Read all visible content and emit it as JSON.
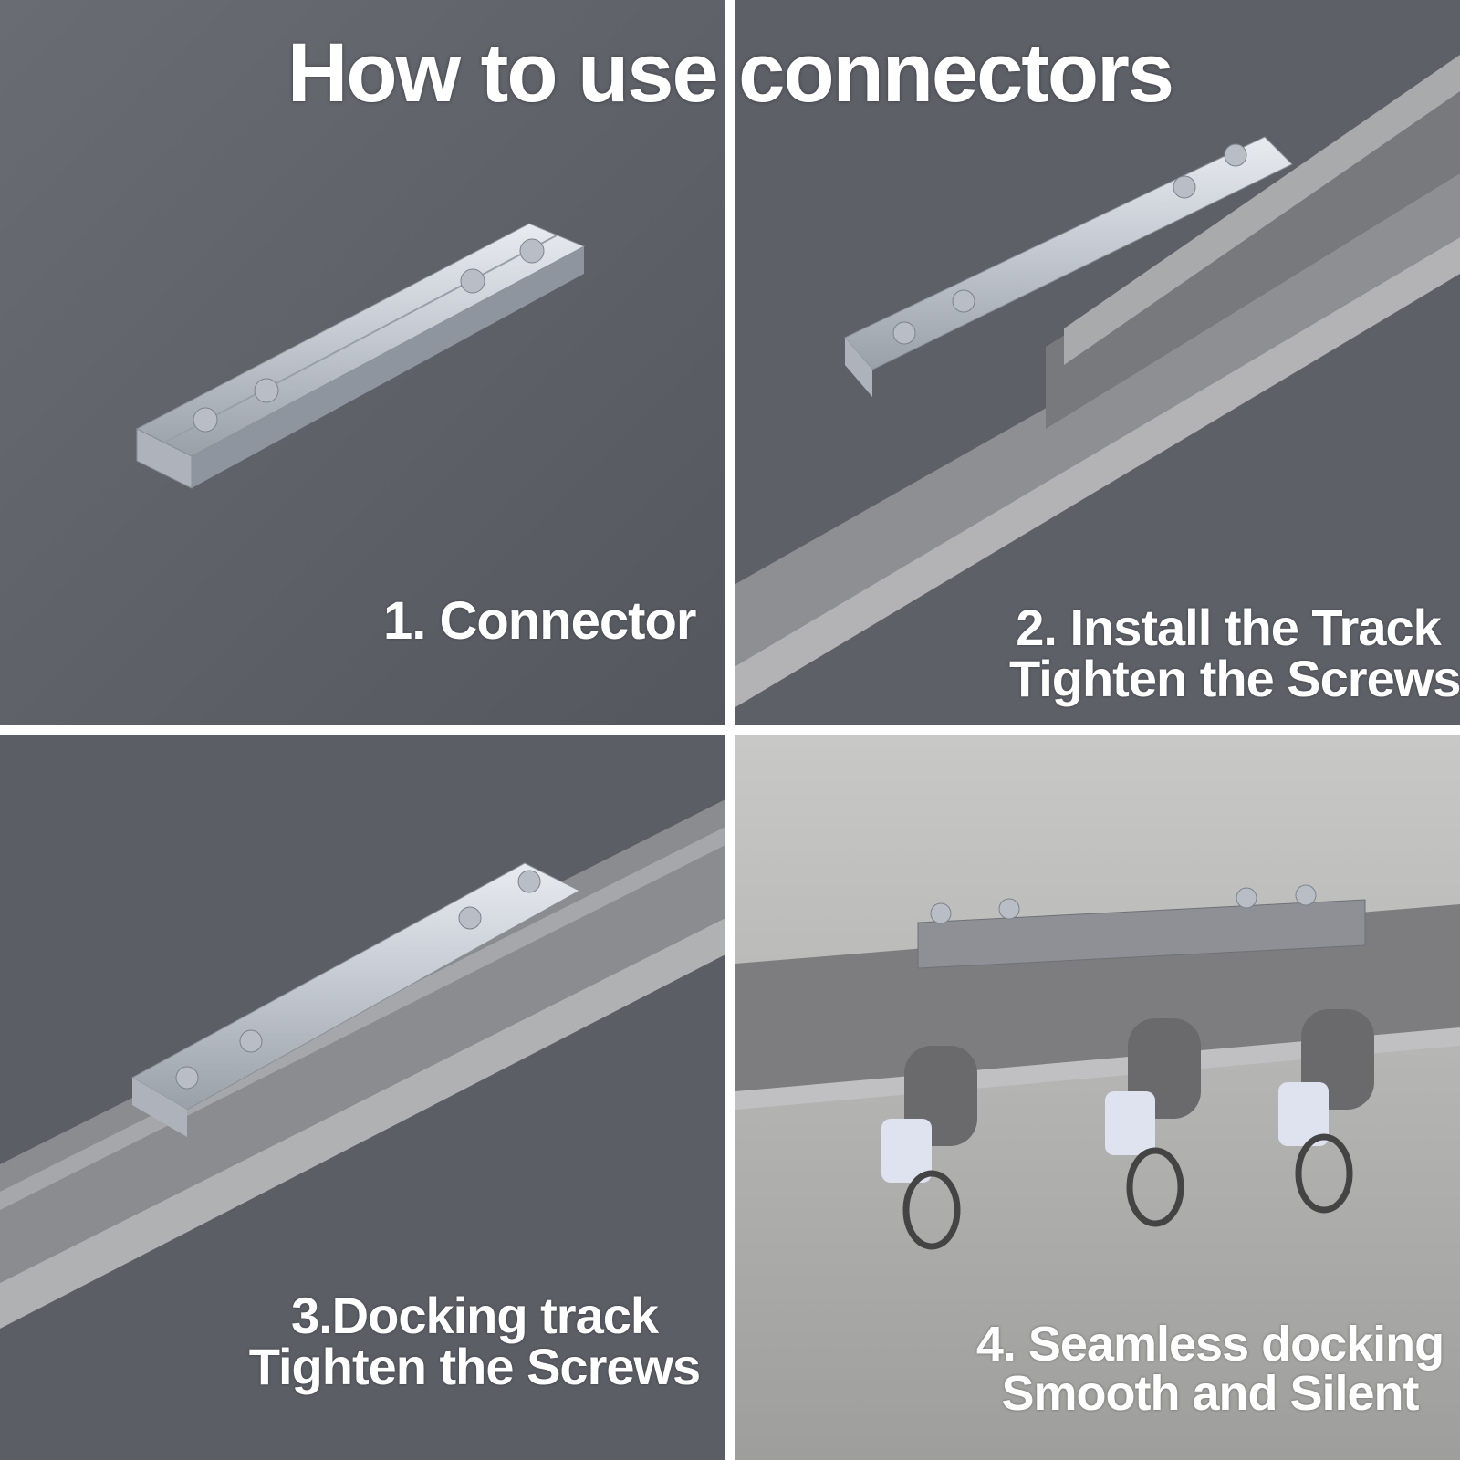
{
  "title": "How to use connectors",
  "steps": [
    {
      "line1": "1. Connector",
      "line2": ""
    },
    {
      "line1": "2. Install the Track",
      "line2": "Tighten the Screws"
    },
    {
      "line1": "3.Docking track",
      "line2": "Tighten the Screws"
    },
    {
      "line1": "4. Seamless docking",
      "line2": "Smooth and Silent"
    }
  ],
  "colors": {
    "background_gray": "#5f6169",
    "aluminum": "#c9ced6",
    "track": "#8c8c8c",
    "caption_text": "#ffffff"
  }
}
